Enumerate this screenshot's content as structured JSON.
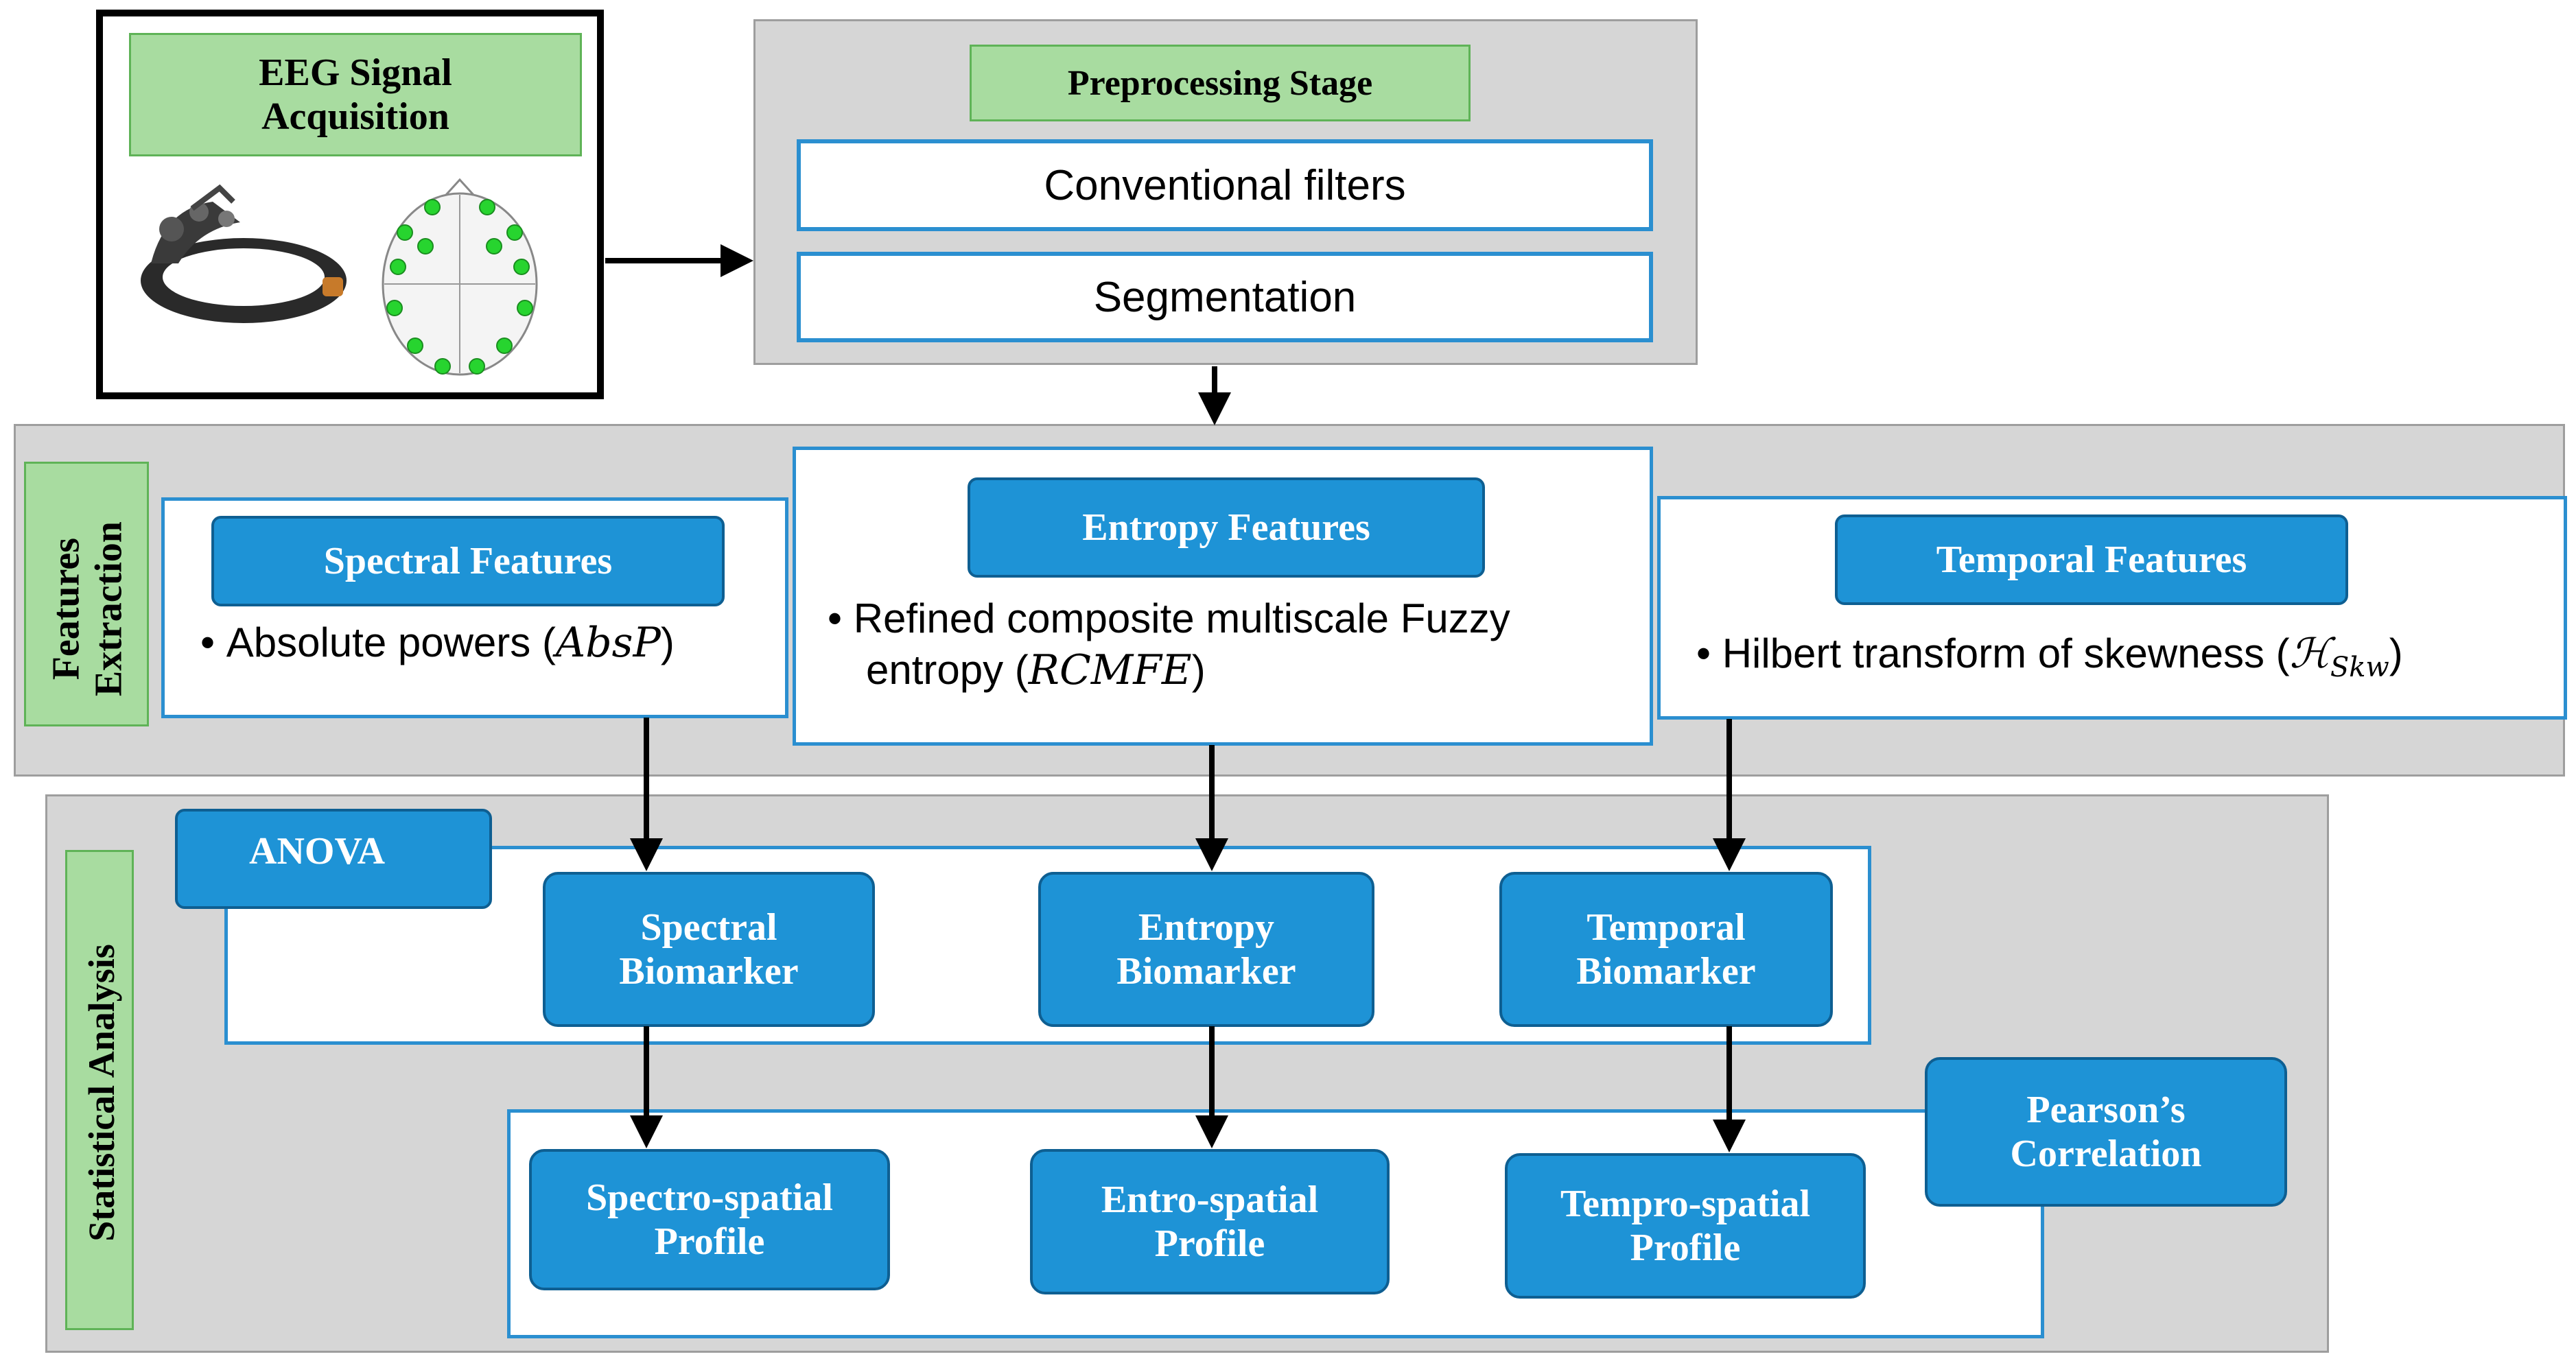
{
  "acquisition": {
    "title": "EEG Signal Acquisition"
  },
  "preprocessing": {
    "title": "Preprocessing Stage",
    "steps": [
      "Conventional filters",
      "Segmentation"
    ]
  },
  "features": {
    "section_label": "Features Extraction",
    "spectral": {
      "title": "Spectral Features",
      "bullet_text": "Absolute powers (",
      "bullet_math": "AbsP",
      "bullet_close": ")"
    },
    "entropy": {
      "title": "Entropy Features",
      "bullet_text": "Refined composite multiscale Fuzzy entropy (",
      "bullet_math": "RCMFE",
      "bullet_close": ")"
    },
    "temporal": {
      "title": "Temporal Features",
      "bullet_text": "Hilbert transform of skewness (",
      "bullet_math": "ℋ",
      "bullet_sub": "Skw",
      "bullet_close": ")"
    }
  },
  "analysis": {
    "section_label": "Statistical Analysis",
    "anova_label": "ANOVA",
    "pearson_label": "Pearson’s Correlation",
    "biomarkers": [
      "Spectral Biomarker",
      "Entropy Biomarker",
      "Temporal Biomarker"
    ],
    "profiles": [
      "Spectro-spatial Profile",
      "Entro-spatial Profile",
      "Tempro-spatial Profile"
    ]
  },
  "colors": {
    "accent_blue": "#1e93d6",
    "border_blue": "#2b8fd0",
    "label_green": "#a8dca0",
    "panel_grey": "#d6d6d6"
  }
}
